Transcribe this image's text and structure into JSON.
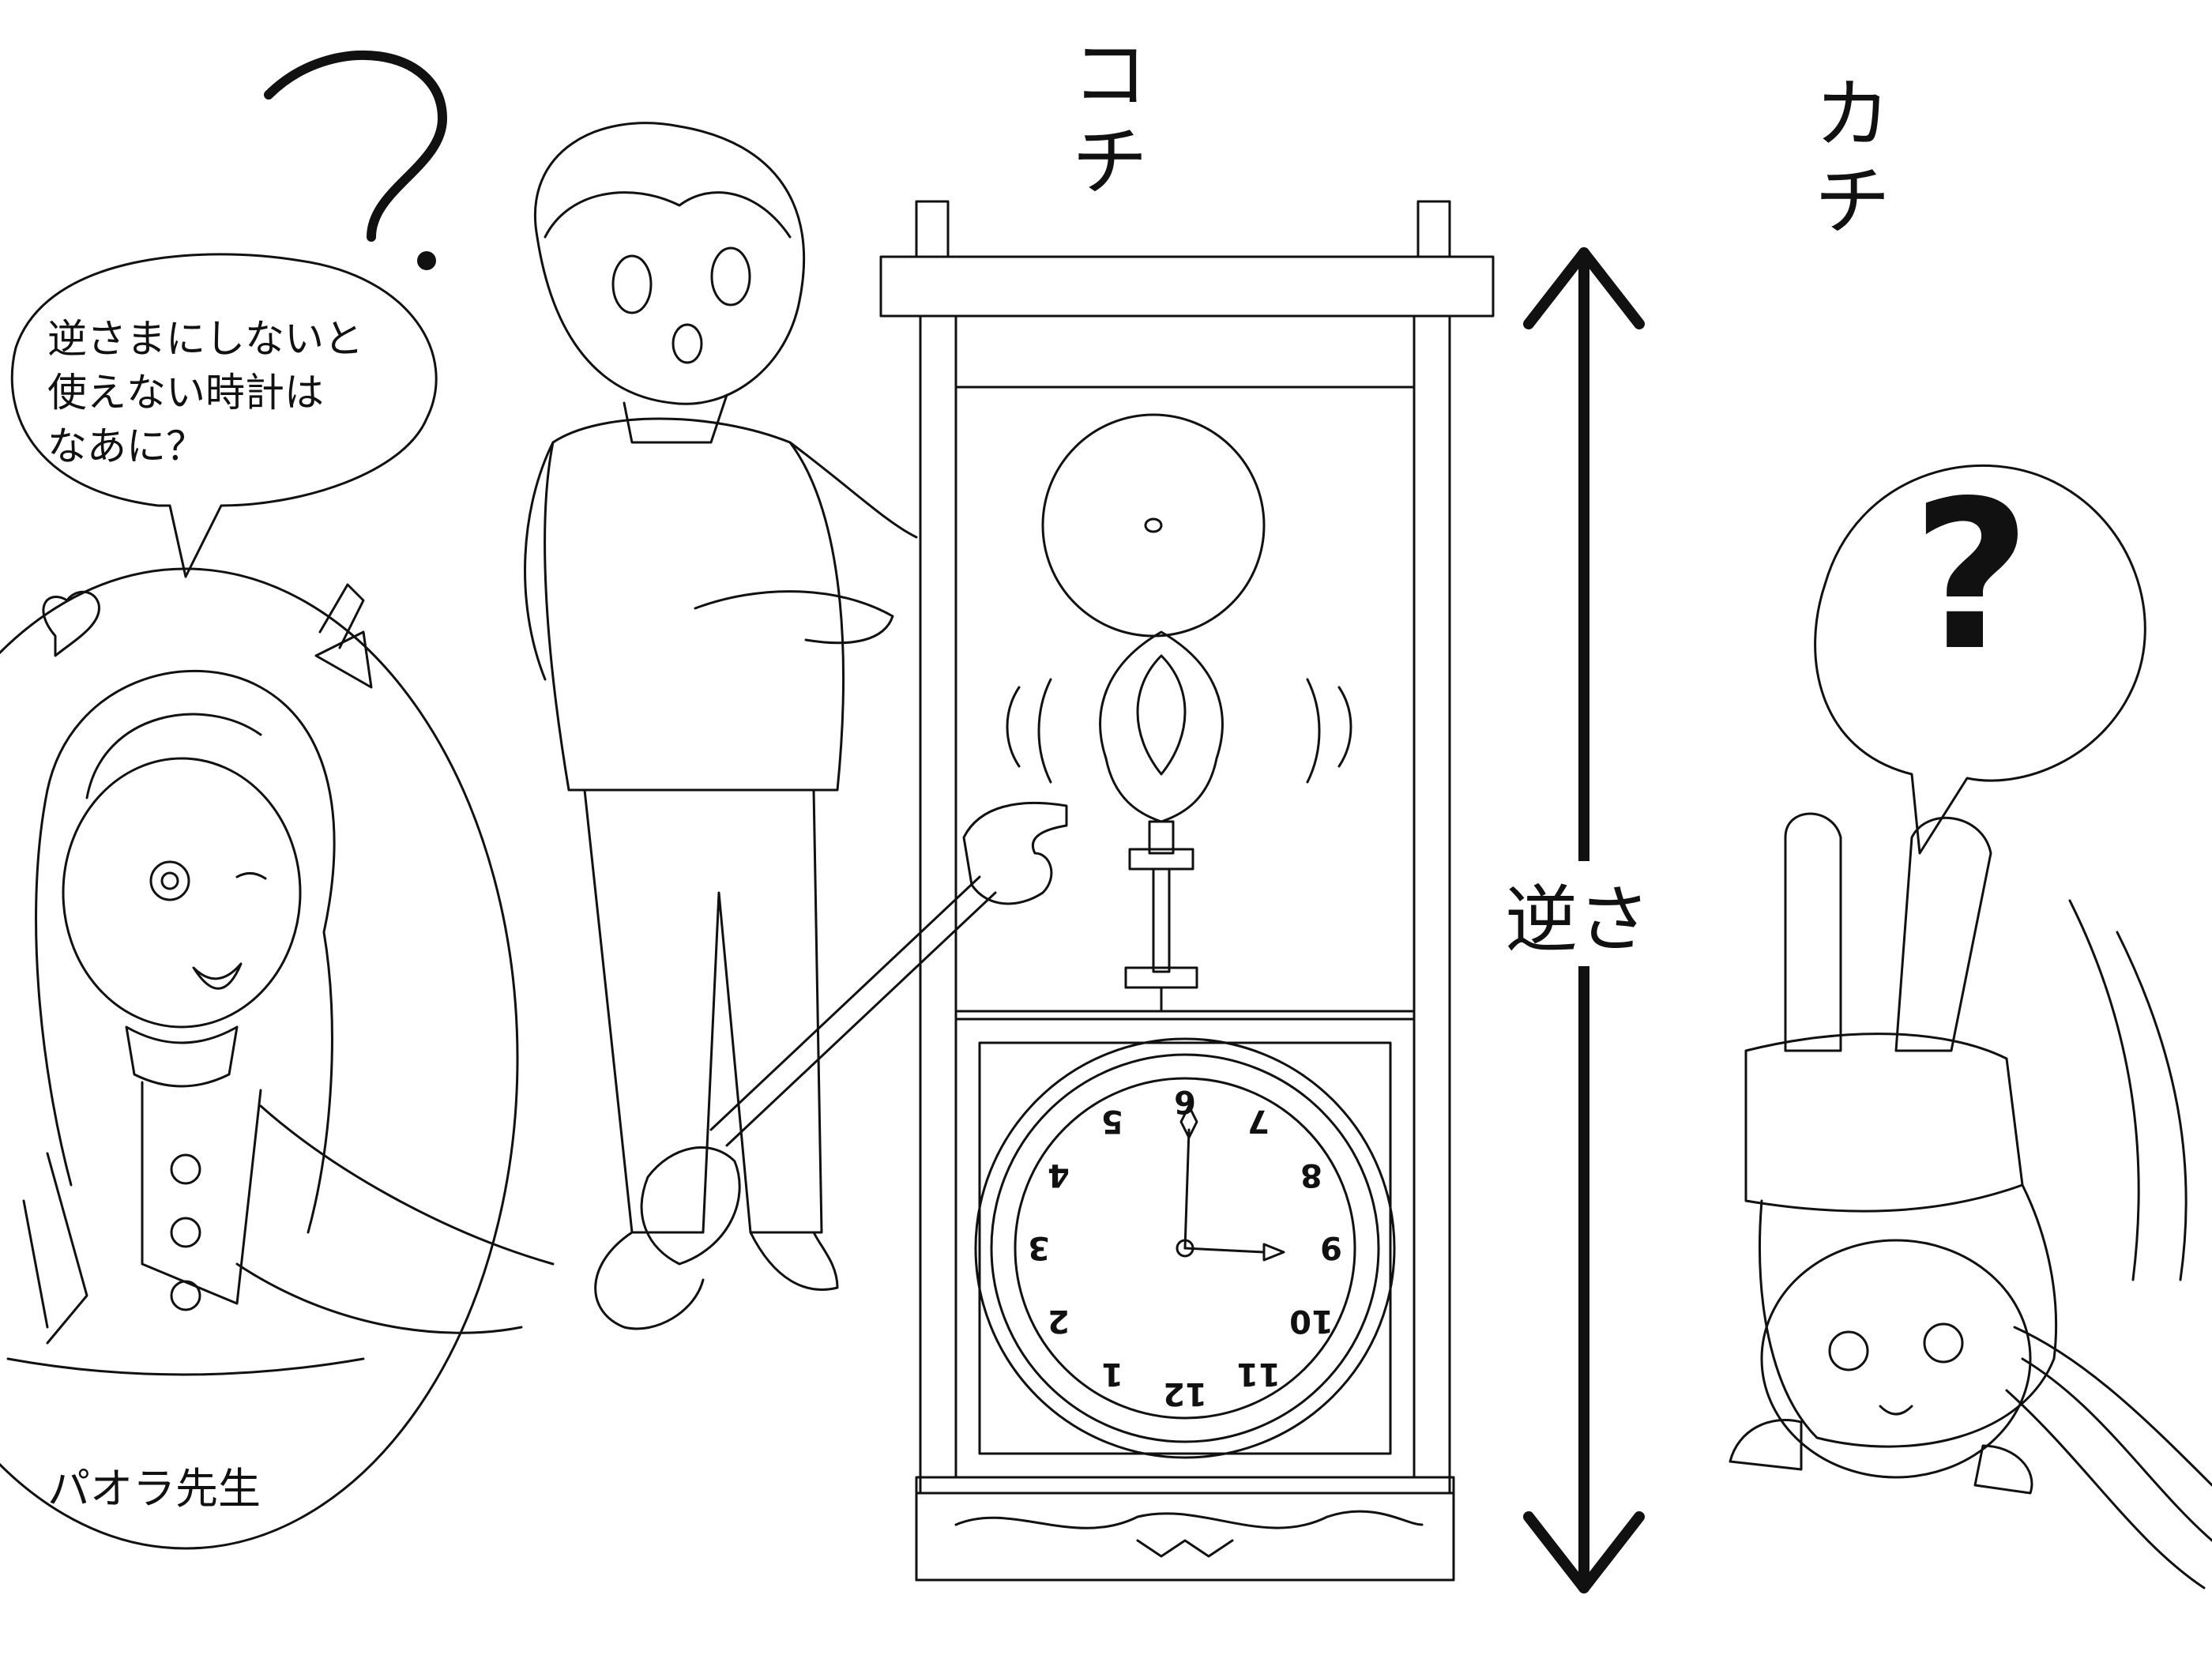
{
  "speech_bubble": {
    "lines": [
      "逆さまにしないと",
      "使えない時計は",
      "なあに？"
    ]
  },
  "caption": "パオラ先生",
  "sfx": {
    "left": [
      "コ",
      "チ"
    ],
    "right": [
      "カ",
      "チ"
    ]
  },
  "arrow_label": "逆さ",
  "question_marks": [
    "?",
    "?"
  ],
  "clock_numerals": [
    "12",
    "1",
    "2",
    "3",
    "4",
    "5",
    "6",
    "7",
    "8",
    "9",
    "10",
    "11"
  ],
  "colors": {
    "ink": "#111111",
    "paper": "#ffffff"
  }
}
